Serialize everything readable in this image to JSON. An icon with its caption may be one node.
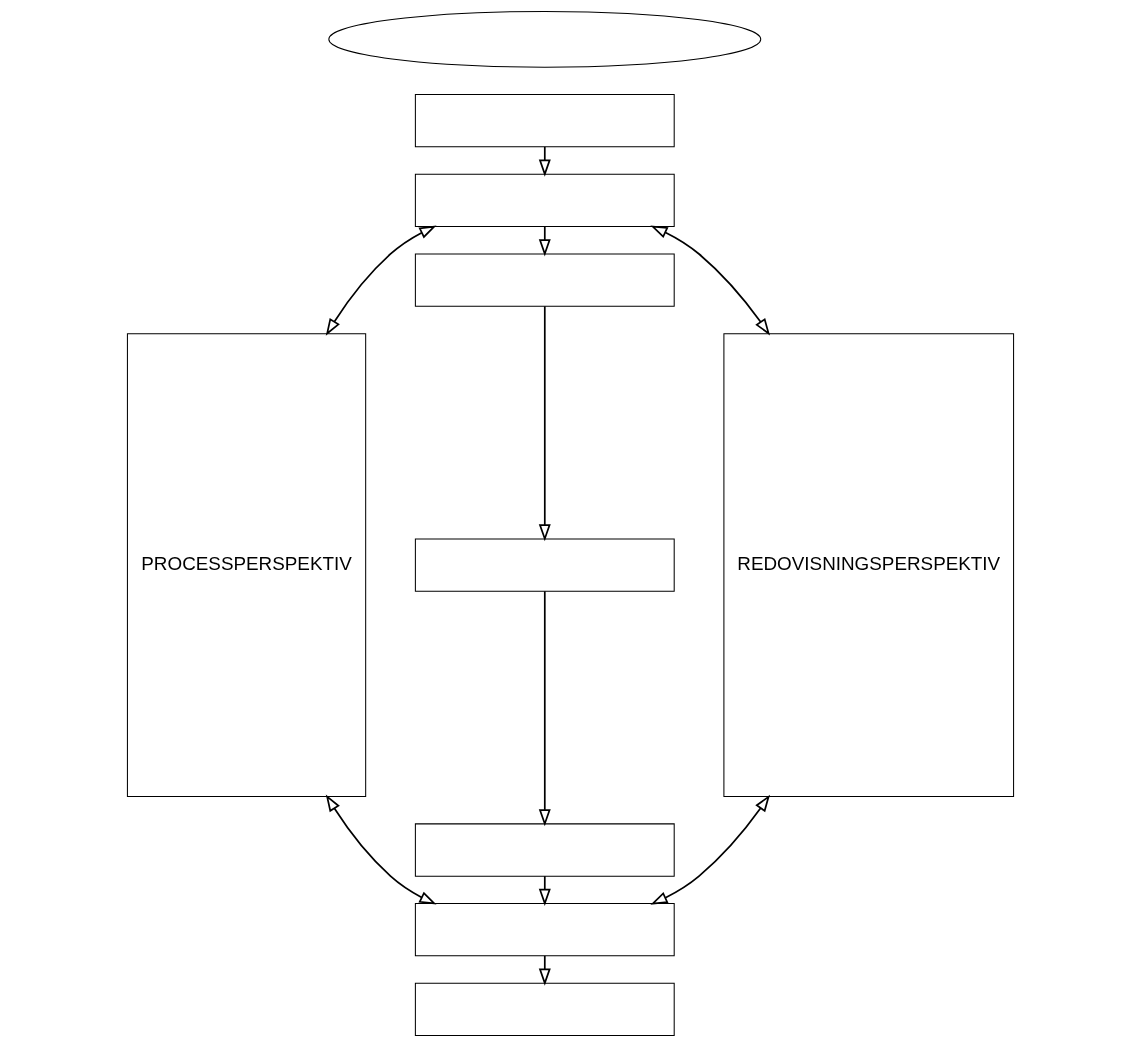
{
  "diagram": {
    "nodes": [
      {
        "text": [],
        "shape": "ellipse"
      },
      {
        "text": [
          "PROCESSPERSPEKTIV"
        ]
      },
      {
        "text": [],
        "shape": "box"
      },
      {
        "text": [],
        "shape": "box"
      },
      {
        "text": [],
        "shape": "box"
      },
      {
        "text": [],
        "shape": "box"
      },
      {
        "text": [],
        "shape": "box"
      },
      {
        "text": [],
        "shape": "box"
      },
      {
        "text": [],
        "shape": "box"
      },
      {
        "text": [
          "REDOVISNINGSPERSPEKTIV"
        ]
      }
    ],
    "edges": [
      {
        "from": 2,
        "to": 3,
        "arrow": "to"
      },
      {
        "from": 3,
        "to": 4,
        "arrow": "to"
      },
      {
        "from": 4,
        "to": 5,
        "arrow": "to"
      },
      {
        "from": 5,
        "to": 6,
        "arrow": "to"
      },
      {
        "from": 6,
        "to": 7,
        "arrow": "to"
      },
      {
        "from": 7,
        "to": 8,
        "arrow": "to"
      },
      {
        "from": 1,
        "to": 3,
        "arrow": "both"
      },
      {
        "from": 1,
        "to": 7,
        "arrow": "both"
      },
      {
        "from": 3,
        "to": 9,
        "arrow": "both"
      },
      {
        "from": 7,
        "to": 9,
        "arrow": "both"
      }
    ]
  }
}
